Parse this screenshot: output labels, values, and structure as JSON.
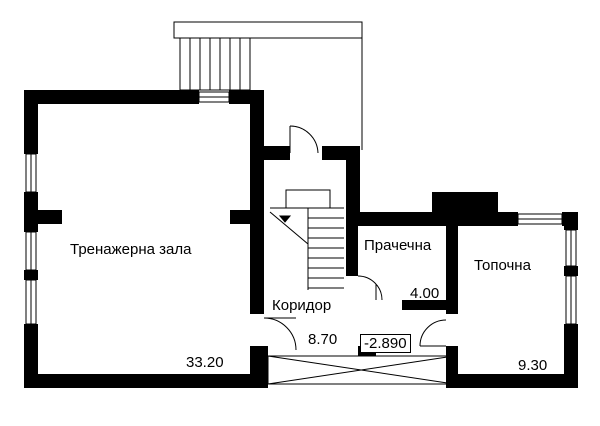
{
  "rooms": {
    "gym": {
      "name": "Тренажерна зала",
      "area": "33.20"
    },
    "corridor": {
      "name": "Коридор",
      "area": "8.70"
    },
    "laundry": {
      "name": "Прачечна",
      "area": "4.00"
    },
    "boiler": {
      "name": "Топочна",
      "area": "9.30"
    }
  },
  "elevation": "-2.890"
}
